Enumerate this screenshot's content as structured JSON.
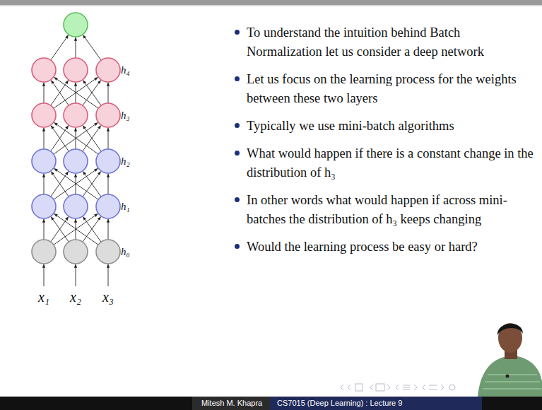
{
  "diagram": {
    "labels": [
      "h₄",
      "h₃",
      "h₂",
      "h₁",
      "h₀",
      "x₁",
      "x₂",
      "x₃",
      "To understand the intuition behind Batch Normalization let us consider a deep network",
      "Let us focus on the learning process for the weights between these two layers",
      "Typically we use mini-batch algorithms",
      "What would happen if there is a constant change in the distribution of h₃",
      "In other words what would happen if across mini-batches the distribution of h₃ keeps changing",
      "Would the learning process be easy or hard?",
      "Mitesh M. Khapra",
      "CS7015 (Deep Learning) : Lecture 9"
    ]
  }
}
